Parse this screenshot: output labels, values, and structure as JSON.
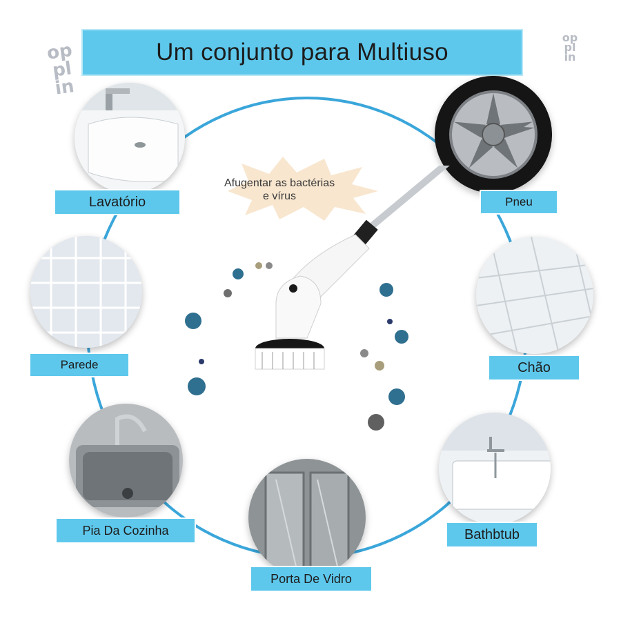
{
  "title": "Um conjunto para Multiuso",
  "center_caption_line1": "Afugentar as bactérias",
  "center_caption_line2": "e vírus",
  "labels": {
    "lavatorio": "Lavatório",
    "pneu": "Pneu",
    "parede": "Parede",
    "chao": "Chão",
    "pia": "Pia Da Cozinha",
    "bathtub": "Bathbtub",
    "porta": "Porta De Vidro"
  },
  "logo_left": [
    "op",
    "pl",
    "in"
  ],
  "logo_right": [
    "op",
    "pl",
    "in"
  ],
  "colors": {
    "banner": "#5ec8ec",
    "ring": "#3aa6da",
    "germ_blue": "#2f6f8f",
    "germ_gray": "#707070"
  }
}
